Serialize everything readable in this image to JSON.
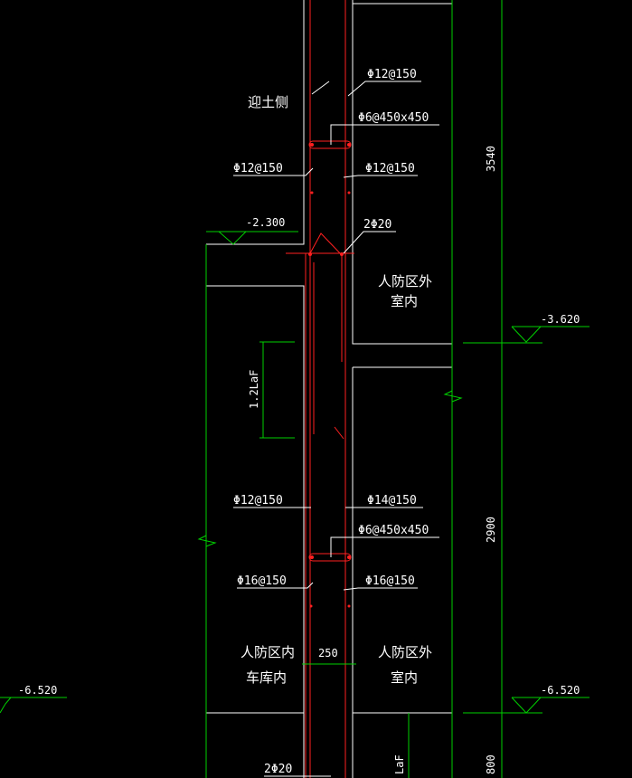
{
  "colors": {
    "background": "#000000",
    "wall_outline": "#ffffff",
    "rebar": "#ff2020",
    "leader": "#ffffff",
    "dimension": "#00d000",
    "text": "#ffffff",
    "dim_text": "#ffffff"
  },
  "labels": {
    "soil_side": "迎土侧",
    "rebar_top_right": "Φ12@150",
    "tie_top": "Φ6@450x450",
    "rebar_upper_left": "Φ12@150",
    "rebar_upper_right": "Φ12@150",
    "rebar_2phi20_top": "2Φ20",
    "outside_upper_line1": "人防区外",
    "outside_upper_line2": "室内",
    "rebar_mid_left": "Φ12@150",
    "rebar_mid_right": "Φ14@150",
    "tie_bottom": "Φ6@450x450",
    "rebar_lower_left": "Φ16@150",
    "rebar_lower_right": "Φ16@150",
    "inside_line1": "人防区内",
    "inside_line2": "车库内",
    "outside_lower_line1": "人防区外",
    "outside_lower_line2": "室内",
    "rebar_2phi20_bottom": "2Φ20"
  },
  "dimensions": {
    "wall_thickness": "250",
    "height_upper": "3540",
    "height_lower": "2900",
    "height_bottom": "800",
    "lap_length": "1.2LaF",
    "lap_length_bottom": "LaF"
  },
  "elevations": {
    "left_level": "-2.300",
    "right_upper_level": "-3.620",
    "right_lower_level": "-6.520",
    "far_left_level": "-6.520"
  }
}
